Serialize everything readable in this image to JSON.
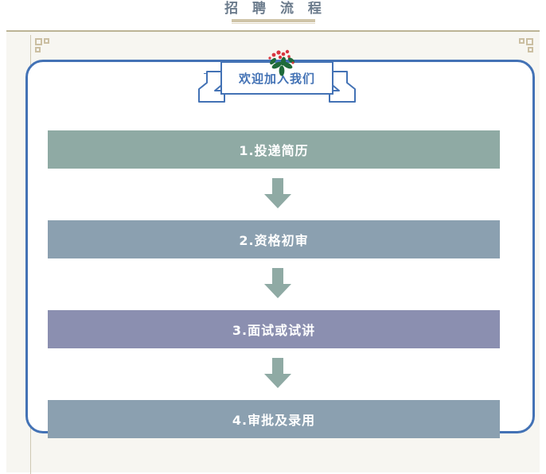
{
  "page": {
    "title": "招 聘 流 程",
    "title_color": "#6b7b8c",
    "underline_color": "#cfc4a8",
    "frame_bg": "#f7f6f1",
    "frame_border_color": "#bcb495"
  },
  "banner": {
    "label": "欢迎加入我们",
    "text_color": "#4372b5",
    "border_color": "#4372b5",
    "decoration_icon": "floral-berry-sprig"
  },
  "container": {
    "border_color": "#4372b5",
    "background": "#ffffff",
    "corner_ornament_icon": "greek-key-corner-ornament",
    "corner_ornament_color": "#cbbfa2"
  },
  "flow": {
    "arrow_icon": "down-arrow-icon",
    "arrow_color": "#8faaa4",
    "steps": [
      {
        "label": "1.投递简历",
        "color": "#8faaa4"
      },
      {
        "label": "2.资格初审",
        "color": "#8ba0b0"
      },
      {
        "label": "3.面试或试讲",
        "color": "#8b8fb0"
      },
      {
        "label": "4.审批及录用",
        "color": "#8ba0b0"
      }
    ]
  }
}
